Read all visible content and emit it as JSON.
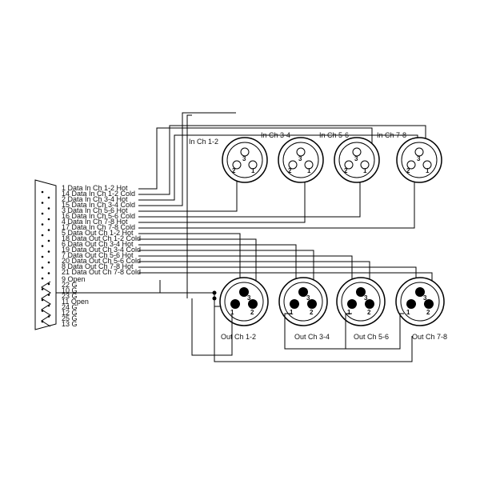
{
  "db25": {
    "pins": [
      "1  Data In Ch 1-2 Hot",
      "14 Data In Ch 1-2 Cold",
      "2  Data In Ch 3-4 Hot",
      "15 Data In Ch 3-4 Cold",
      "3  Data In Ch 5-6 Hot",
      "16 Data In Ch 5-6 Cold",
      "4  Data In Ch 7-8 Hot",
      "17 Data In Ch 7-8 Cold",
      "5  Data Out Ch 1-2 Hot",
      "18 Data Out Ch 1-2 Cold",
      "6  Data Out Ch 3-4 Hot",
      "19 Data Out Ch 3-4 Cold",
      "7  Data Out Ch 5-6 Hot",
      "20 Data Out Ch 5-6 Cold",
      "8  Data Out Ch 7-8 Hot",
      "21 Data Out Ch 7-8 Cold",
      "9  Open",
      "22 G",
      "10 G",
      "23 G",
      "11 Open",
      "24 G",
      "12 G",
      "25 G",
      "13 G"
    ]
  },
  "inputs": [
    {
      "label": "In Ch 1-2",
      "pin1": "1",
      "pin2": "2",
      "pin3": "3"
    },
    {
      "label": "In Ch 3-4",
      "pin1": "1",
      "pin2": "2",
      "pin3": "3"
    },
    {
      "label": "In Ch 5-6",
      "pin1": "1",
      "pin2": "2",
      "pin3": "3"
    },
    {
      "label": "In Ch 7-8",
      "pin1": "1",
      "pin2": "2",
      "pin3": "3"
    }
  ],
  "outputs": [
    {
      "label": "Out Ch 1-2",
      "pin1": "1",
      "pin2": "2",
      "pin3": "3"
    },
    {
      "label": "Out Ch 3-4",
      "pin1": "1",
      "pin2": "2",
      "pin3": "3"
    },
    {
      "label": "Out Ch 5-6",
      "pin1": "1",
      "pin2": "2",
      "pin3": "3"
    },
    {
      "label": "Out Ch 7-8",
      "pin1": "1",
      "pin2": "2",
      "pin3": "3"
    }
  ]
}
